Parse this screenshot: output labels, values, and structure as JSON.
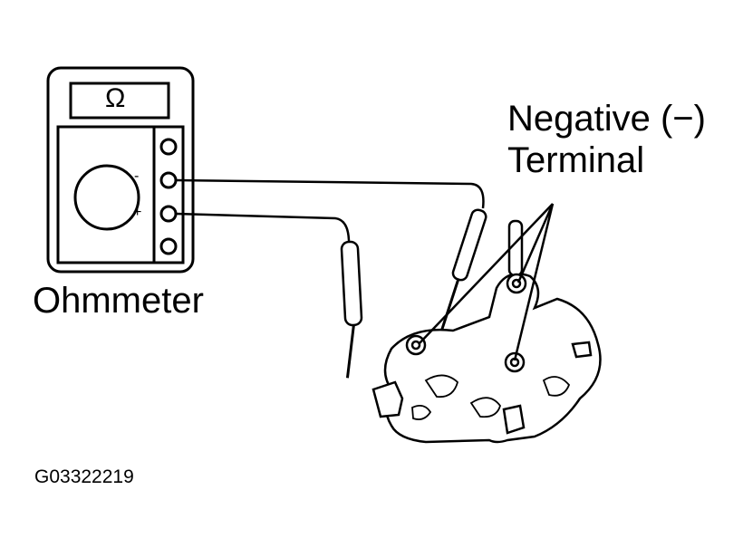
{
  "labels": {
    "meter_name": "Ohmmeter",
    "terminal_line1": "Negative (−)",
    "terminal_line2": "Terminal",
    "figure_code": "G03322219",
    "meter_symbol": "Ω",
    "minus_sign": "-",
    "plus_sign": "+"
  },
  "colors": {
    "ink": "#000000",
    "paper": "#ffffff"
  }
}
